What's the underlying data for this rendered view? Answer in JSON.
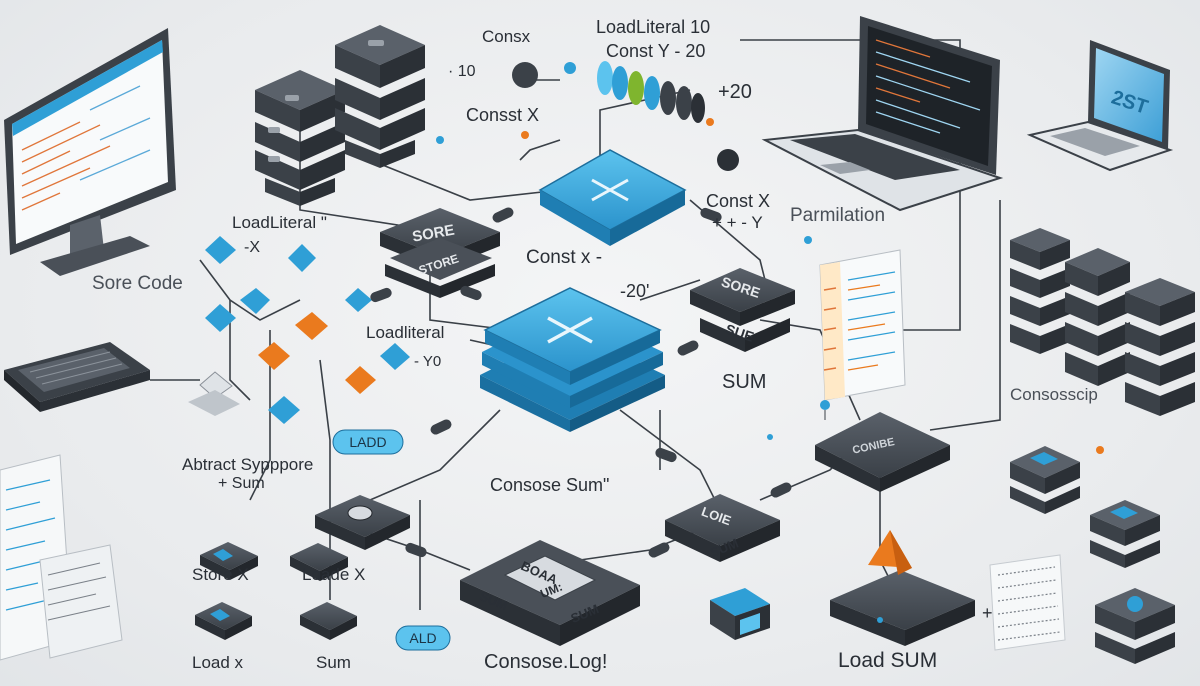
{
  "labels": {
    "consx": "Consx",
    "load_literal_10": "LoadLiteral 10",
    "const_y_20": "Const Y - 20",
    "minus_10": "· 10",
    "plus_20": "+20",
    "consst_x": "Consst X",
    "const_x_right": "Const X",
    "plus_minus_y": "+ + - Y",
    "parmilation": "Parmilation",
    "load_literal_left": "LoadLiteral \"",
    "dash_x": "-X",
    "sore_code": "Sore Code",
    "const_x_minus": "Const x -",
    "minus_20": "-20'",
    "load_literal_mid": "Loadliteral",
    "y0": "- Y0",
    "sum": "SUM",
    "consosscip": "Consosscip",
    "abtract_sypppore": "Abtract Sypppore",
    "plus_sum": "+ Sum",
    "console_sum": "Consose Sum\"",
    "store_x": "Store X",
    "loade_x": "Loade X",
    "load_x": "Load x",
    "sum_lower": "Sum",
    "console_log": "Consose.Log!",
    "load_sum": "Load SUM",
    "plus": "+"
  },
  "blocks": {
    "sore": "SORE",
    "store": "STORE",
    "sore_right": "SORE",
    "sue": "SUE",
    "conibe": "CONIBE",
    "loie": "LOIE",
    "sum_block": "SUM",
    "bpaa": "BOAA",
    "um": "UM:",
    "sum_left": "SUM",
    "sum_right": "SUM"
  },
  "pills": {
    "ladd": "LADD",
    "ald": "ALD"
  },
  "screen": {
    "laptop_right_logo": "2ST"
  },
  "colors": {
    "node_blue": "#2f9fd6",
    "node_orange": "#ea7a1e",
    "block_dark": "#3b4148",
    "accent_green": "#7fb52e"
  }
}
